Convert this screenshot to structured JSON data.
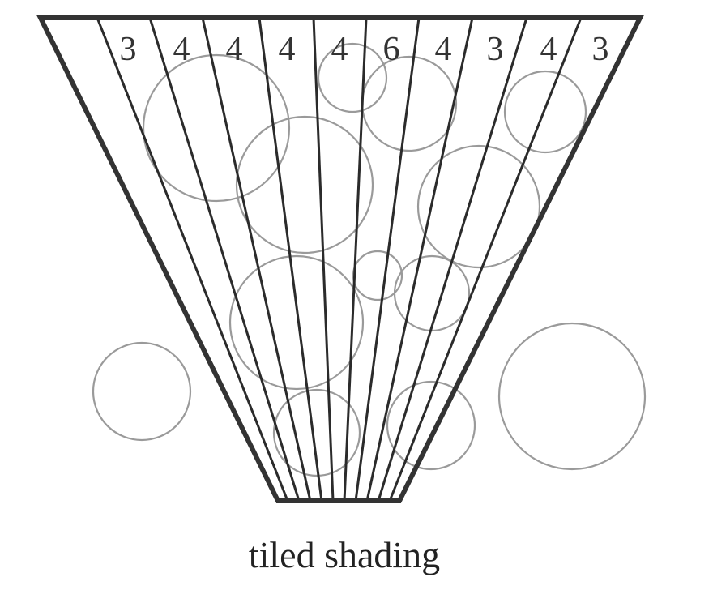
{
  "caption": "tiled shading",
  "tile_counts": [
    "3",
    "4",
    "4",
    "4",
    "4",
    "6",
    "4",
    "3",
    "4",
    "3"
  ],
  "colors": {
    "frustum": "#333333",
    "tile_line": "#2b2b2b",
    "light": "#9a9a9a"
  }
}
